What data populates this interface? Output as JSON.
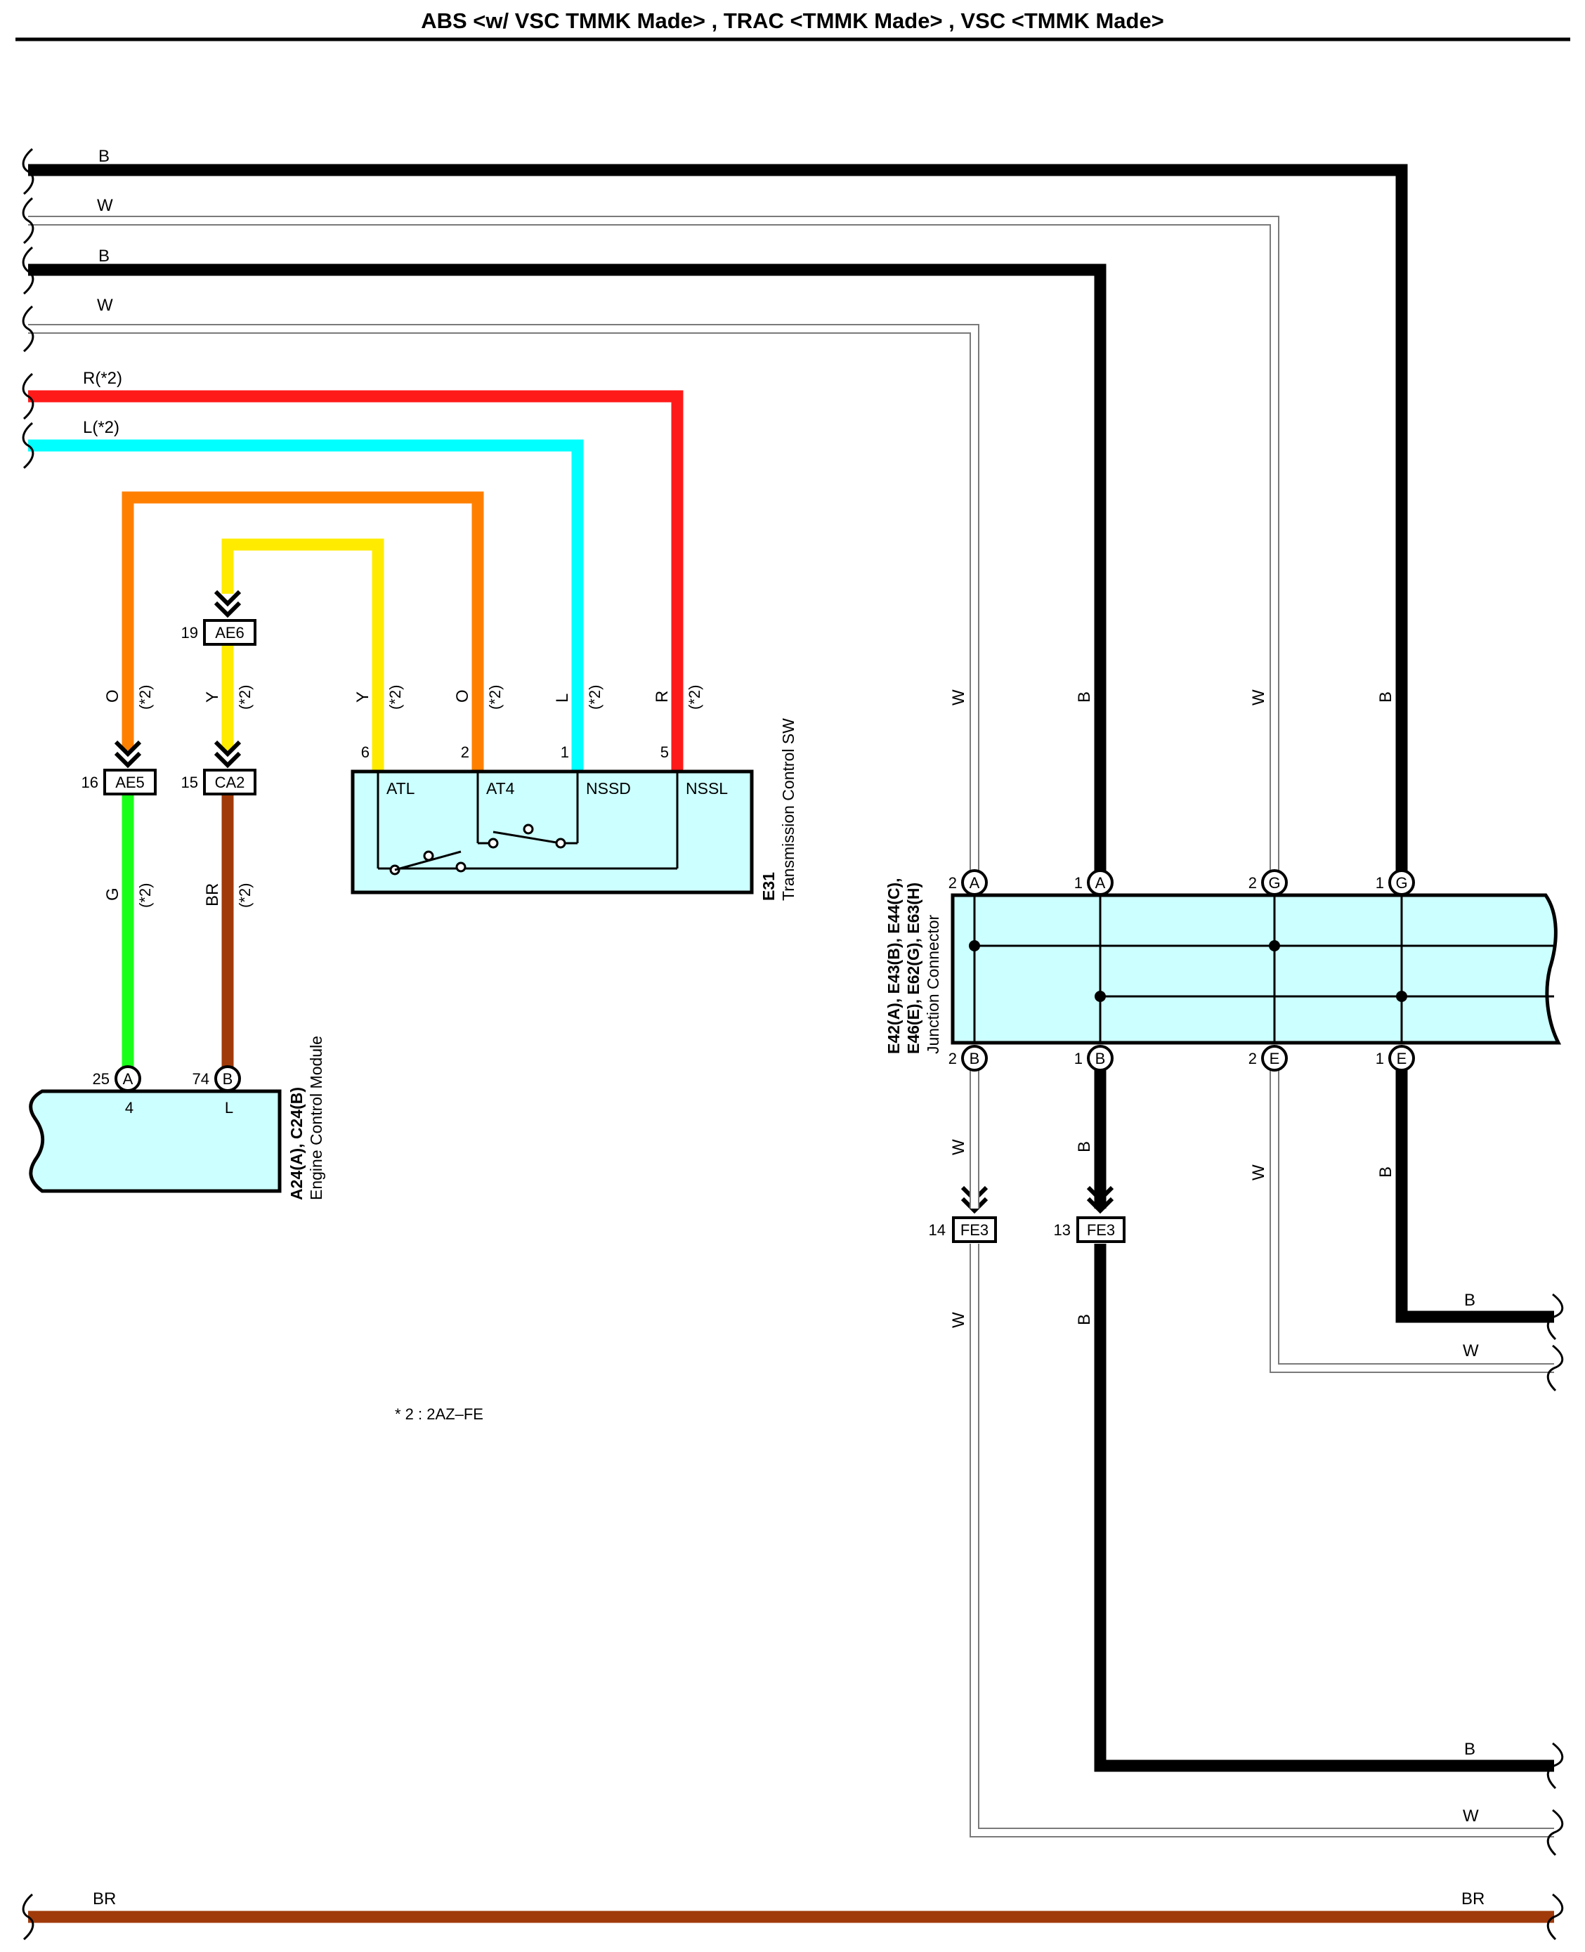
{
  "title": "ABS <w/ VSC TMMK Made> , TRAC <TMMK Made> , VSC <TMMK Made>",
  "colors": {
    "B": "#000000",
    "W": "#ffffff",
    "R": "#ff1a1a",
    "L": "#00ffff",
    "O": "#ff8000",
    "Y": "#ffeb00",
    "G": "#1aff1a",
    "BR": "#a03a0a",
    "component_fill": "#ccffff"
  },
  "left_wires": [
    {
      "label": "B"
    },
    {
      "label": "W"
    },
    {
      "label": "B"
    },
    {
      "label": "W"
    },
    {
      "label": "R(*2)"
    },
    {
      "label": "L(*2)"
    }
  ],
  "right_wires": [
    {
      "label": "B"
    },
    {
      "label": "W"
    },
    {
      "label": "B"
    },
    {
      "label": "W"
    }
  ],
  "bottom_wire": {
    "left_label": "BR",
    "right_label": "BR"
  },
  "vertical_labels": {
    "o_left": {
      "color": "O",
      "note": "(*2)"
    },
    "y_ae6": {
      "color": "Y",
      "note": "(*2)"
    },
    "y_e31": {
      "color": "Y",
      "note": "(*2)"
    },
    "o_e31": {
      "color": "O",
      "note": "(*2)"
    },
    "l_e31": {
      "color": "L",
      "note": "(*2)"
    },
    "r_e31": {
      "color": "R",
      "note": "(*2)"
    },
    "g_ecm": {
      "color": "G",
      "note": "(*2)"
    },
    "br_ecm": {
      "color": "BR",
      "note": "(*2)"
    },
    "jc_w1": "W",
    "jc_b1": "B",
    "jc_w2": "W",
    "jc_b2": "B",
    "jc_w3": "W",
    "jc_b3": "B",
    "jc_w4": "W",
    "jc_b4": "B",
    "fe_w": "W",
    "fe_b": "B"
  },
  "connectors": {
    "ae6": {
      "pin": "19",
      "name": "AE6"
    },
    "ae5": {
      "pin": "16",
      "name": "AE5"
    },
    "ca2": {
      "pin": "15",
      "name": "CA2"
    },
    "fe3_w": {
      "pin": "14",
      "name": "FE3"
    },
    "fe3_b": {
      "pin": "13",
      "name": "FE3"
    }
  },
  "e31": {
    "id": "E31",
    "name": "Transmission Control SW",
    "pins": [
      {
        "num": "6",
        "label": "ATL"
      },
      {
        "num": "2",
        "label": "AT4"
      },
      {
        "num": "1",
        "label": "NSSD"
      },
      {
        "num": "5",
        "label": "NSSL"
      }
    ]
  },
  "ecm": {
    "id": "A24(A), C24(B)",
    "name": "Engine Control Module",
    "pins": [
      {
        "num": "25",
        "letter": "A",
        "term": "4"
      },
      {
        "num": "74",
        "letter": "B",
        "term": "L"
      }
    ]
  },
  "junction": {
    "id_line1": "E42(A), E43(B), E44(C),",
    "id_line2": "E46(E), E62(G), E63(H)",
    "name": "Junction Connector",
    "top_pins": [
      {
        "num": "2",
        "letter": "A"
      },
      {
        "num": "1",
        "letter": "A"
      },
      {
        "num": "2",
        "letter": "G"
      },
      {
        "num": "1",
        "letter": "G"
      }
    ],
    "bottom_pins": [
      {
        "num": "2",
        "letter": "B"
      },
      {
        "num": "1",
        "letter": "B"
      },
      {
        "num": "2",
        "letter": "E"
      },
      {
        "num": "1",
        "letter": "E"
      }
    ]
  },
  "footnote": "* 2 : 2AZ–FE"
}
